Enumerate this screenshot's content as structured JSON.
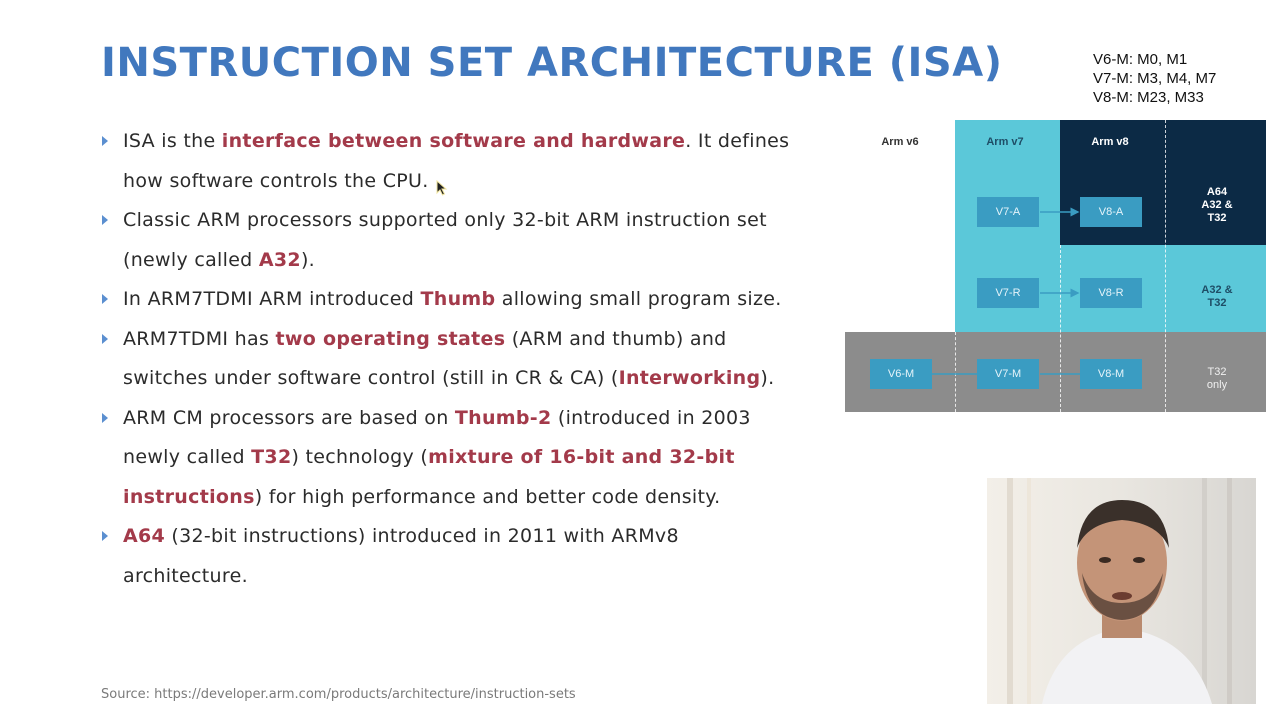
{
  "title": "INSTRUCTION SET ARCHITECTURE (ISA)",
  "variants": [
    "V6-M: M0, M1",
    "V7-M: M3, M4, M7",
    "V8-M: M23, M33"
  ],
  "bullets": [
    [
      {
        "t": "ISA is the "
      },
      {
        "t": "interface between software and hardware",
        "hl": true
      },
      {
        "t": ". It defines how software controls the CPU."
      }
    ],
    [
      {
        "t": "Classic ARM processors supported only 32-bit ARM instruction set (newly called "
      },
      {
        "t": "A32",
        "hl": true
      },
      {
        "t": ")."
      }
    ],
    [
      {
        "t": "In ARM7TDMI ARM introduced "
      },
      {
        "t": "Thumb",
        "hl": true
      },
      {
        "t": " allowing small program size."
      }
    ],
    [
      {
        "t": "ARM7TDMI has "
      },
      {
        "t": "two operating states",
        "hl": true
      },
      {
        "t": " (ARM and thumb) and switches under software control (still in CR & CA) ("
      },
      {
        "t": "Interworking",
        "hl": true
      },
      {
        "t": ")."
      }
    ],
    [
      {
        "t": "ARM CM processors are based on "
      },
      {
        "t": "Thumb-2",
        "hl": true
      },
      {
        "t": " (introduced in 2003 newly called "
      },
      {
        "t": "T32",
        "hl": true
      },
      {
        "t": ") technology ("
      },
      {
        "t": "mixture of 16-bit and 32-bit instructions",
        "hl": true
      },
      {
        "t": ") for high performance and better code density."
      }
    ],
    [
      {
        "t": "A64",
        "hl": true
      },
      {
        "t": " (32-bit instructions) introduced in 2011 with ARMv8 architecture."
      }
    ]
  ],
  "source": "Source: https://developer.arm.com/products/architecture/instruction-sets",
  "diagram": {
    "columns": [
      "Arm v6",
      "Arm v7",
      "Arm v8"
    ],
    "boxes": {
      "v7a": "V7-A",
      "v8a": "V8-A",
      "v7r": "V7-R",
      "v8r": "V8-R",
      "v6m": "V6-M",
      "v7m": "V7-M",
      "v8m": "V8-M"
    },
    "row_labels": [
      "A64\nA32 &\nT32",
      "A32 &\nT32",
      "T32\nonly"
    ],
    "colors": {
      "cyan": "#5bc8d9",
      "navy": "#0c2a45",
      "gray": "#8c8c8c",
      "box": "#3a9cc2"
    }
  },
  "colors": {
    "title": "#4178be",
    "highlight": "#a33a4a",
    "bullet": "#5b8fd0"
  },
  "webcam": {
    "type": "presenter-video"
  }
}
